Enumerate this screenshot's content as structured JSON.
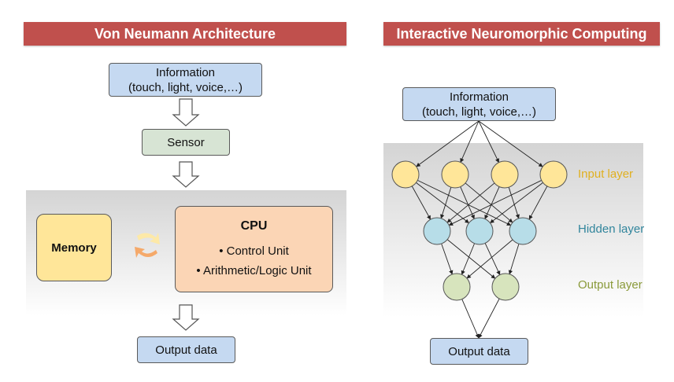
{
  "left": {
    "title": "Von Neumann Architecture",
    "info_line1": "Information",
    "info_line2": "(touch, light, voice,…)",
    "sensor": "Sensor",
    "memory": "Memory",
    "cpu_title": "CPU",
    "cpu_items": [
      "•  Control Unit",
      "•  Arithmetic/Logic Unit"
    ],
    "output": "Output data"
  },
  "right": {
    "title": "Interactive Neuromorphic Computing",
    "info_line1": "Information",
    "info_line2": "(touch, light, voice,…)",
    "output": "Output data",
    "layers": {
      "input": "Input layer",
      "hidden": "Hidden layer",
      "output": "Output layer"
    }
  },
  "colors": {
    "banner": "#c0504d",
    "input_node": "#ffe699",
    "hidden_node": "#b7dde8",
    "output_node": "#d7e4bd",
    "input_label": "#e0b020",
    "hidden_label": "#31859c",
    "output_label": "#8a9a3a"
  }
}
